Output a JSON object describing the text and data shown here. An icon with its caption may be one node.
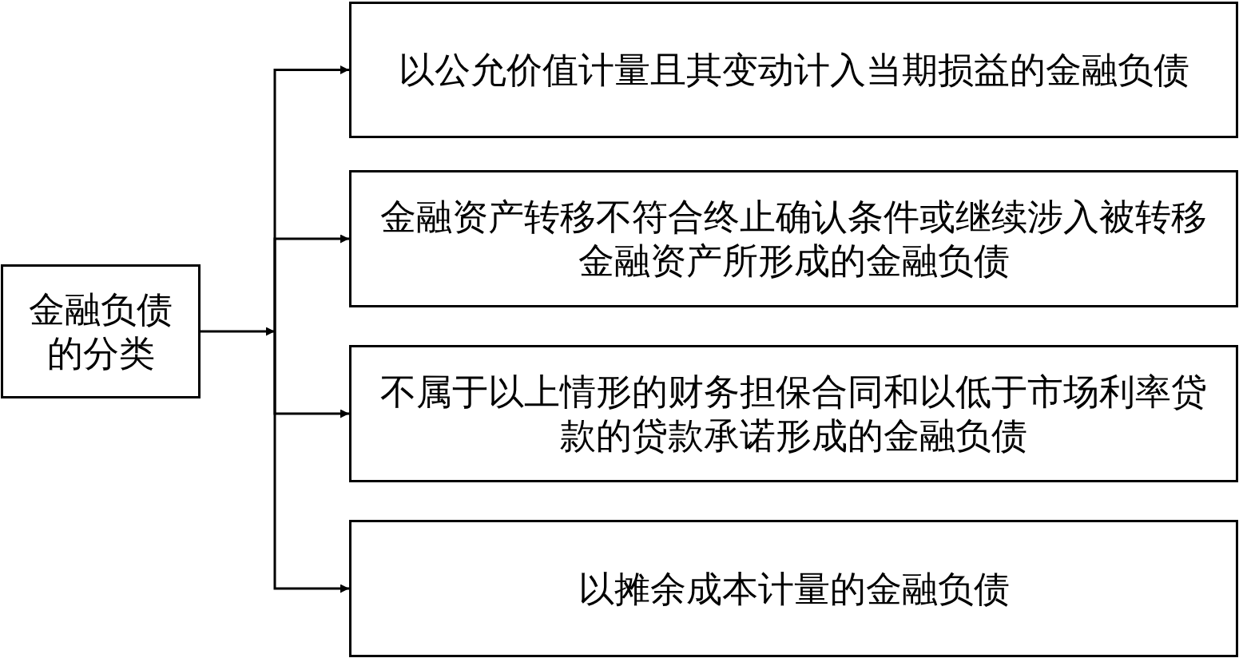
{
  "diagram": {
    "nodes": [
      {
        "text": [
          "金融负债的分类"
        ]
      },
      {
        "text": [
          "以公允价值计量且其变动计入当期损益的金融负债"
        ]
      },
      {
        "text": [
          "金融资产转移不符合终止确认条件或继续涉入被转移金融资产所形成的金融负债"
        ]
      },
      {
        "text": [
          "不属于以上情形的财务担保合同和以低于市场利率贷款的贷款承诺形成的金融负债"
        ]
      },
      {
        "text": [
          "以摊余成本计量的金融负债"
        ]
      }
    ],
    "edges": [
      {
        "from": 0,
        "to": 1,
        "arrow": "to"
      },
      {
        "from": 0,
        "to": 2,
        "arrow": "to"
      },
      {
        "from": 0,
        "to": 3,
        "arrow": "to"
      },
      {
        "from": 0,
        "to": 4,
        "arrow": "to"
      }
    ]
  }
}
